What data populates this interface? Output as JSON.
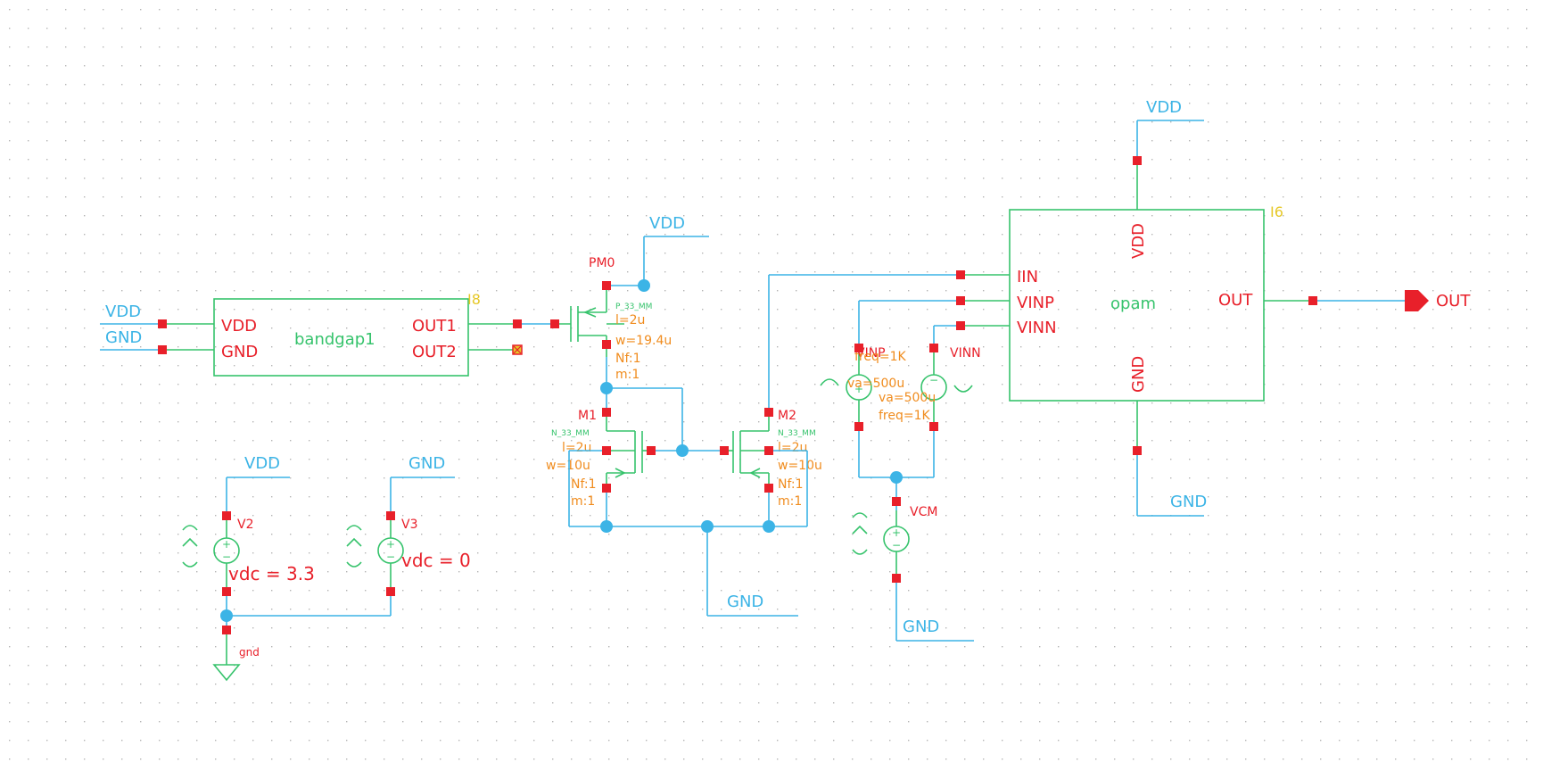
{
  "colors": {
    "wire": "#3cb4e6",
    "symbol": "#36c36c",
    "pin": "#e8202a",
    "param": "#f08c1e",
    "instance_id": "#e6c828",
    "grid_dot": "#b4b4b4",
    "background": "#ffffff"
  },
  "nets": {
    "vdd_bg": "VDD",
    "gnd_bg": "GND",
    "vdd_pm0": "VDD",
    "vdd_v2": "VDD",
    "gnd_v3": "GND",
    "gnd_mirror": "GND",
    "gnd_vcm": "GND",
    "vdd_opamp": "VDD",
    "gnd_opamp": "GND",
    "gnd_symbol": "gnd",
    "out_port": "OUT"
  },
  "bandgap": {
    "instance": "I8",
    "cell": "bandgap1",
    "pin_vdd": "VDD",
    "pin_gnd": "GND",
    "pin_out1": "OUT1",
    "pin_out2": "OUT2"
  },
  "opamp": {
    "instance": "I6",
    "cell": "opam",
    "pin_iin": "IIN",
    "pin_vinp": "VINP",
    "pin_vinn": "VINN",
    "pin_out": "OUT",
    "pin_vdd": "VDD",
    "pin_gnd": "GND"
  },
  "pm0": {
    "name": "PM0",
    "model": "P_33_MM",
    "l": "l=2u",
    "w": "w=19.4u",
    "nf": "Nf:1",
    "m": "m:1"
  },
  "m1": {
    "name": "M1",
    "model": "N_33_MM",
    "l": "l=2u",
    "w": "w=10u",
    "nf": "Nf:1",
    "m": "m:1"
  },
  "m2": {
    "name": "M2",
    "model": "N_33_MM",
    "l": "l=2u",
    "w": "w=10u",
    "nf": "Nf:1",
    "m": "m:1"
  },
  "v2": {
    "name": "V2",
    "value": "vdc = 3.3"
  },
  "v3": {
    "name": "V3",
    "value": "vdc = 0"
  },
  "vcm": {
    "name": "VCM"
  },
  "vinp_src": {
    "name": "VINP",
    "freq": "freq=1K",
    "va": "va=500u"
  },
  "vinn_src": {
    "name": "VINN",
    "va": "va=500u",
    "freq": "freq=1K"
  }
}
